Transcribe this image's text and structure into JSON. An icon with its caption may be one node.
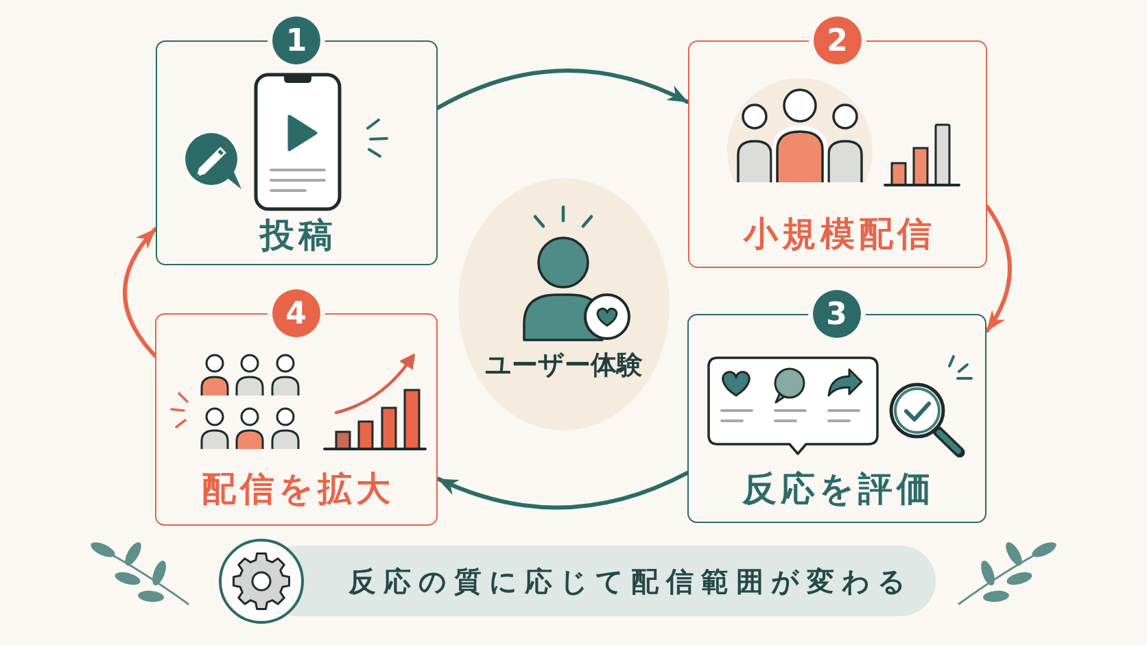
{
  "diagram": {
    "nodes": [
      {
        "text": [
          "1",
          "投稿"
        ]
      },
      {
        "text": [
          "2",
          "小規模配信"
        ]
      },
      {
        "text": [
          "3",
          "反応を評価"
        ]
      },
      {
        "text": [
          "4",
          "配信を拡大"
        ]
      },
      {
        "text": [
          "ユーザー体験"
        ]
      },
      {
        "text": [
          "反応の質に応じて配信範囲が変わる"
        ]
      }
    ],
    "edges": [
      {
        "from": 0,
        "to": 1,
        "arrow": "to"
      },
      {
        "from": 1,
        "to": 2,
        "arrow": "to",
        "color": "#e8654a"
      },
      {
        "from": 2,
        "to": 3,
        "arrow": "to"
      },
      {
        "from": 3,
        "to": 0,
        "arrow": "to",
        "color": "#e8654a"
      }
    ]
  }
}
